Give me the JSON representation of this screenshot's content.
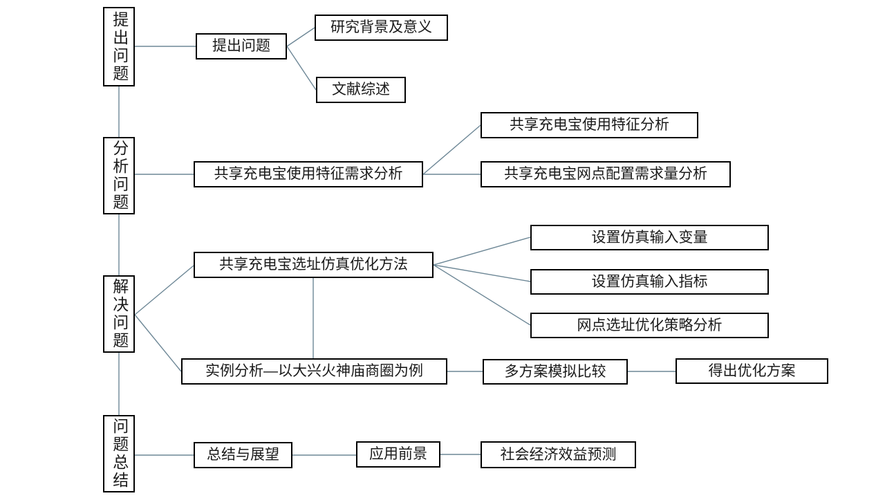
{
  "diagram": {
    "stages": [
      {
        "label": "提出问题"
      },
      {
        "label": "分析问题"
      },
      {
        "label": "解决问题"
      },
      {
        "label": "问题总结"
      }
    ],
    "nodes": {
      "raise_problem": "提出问题",
      "research_background": "研究背景及意义",
      "literature_review": "文献综述",
      "usage_demand_analysis": "共享充电宝使用特征需求分析",
      "usage_characteristics": "共享充电宝使用特征分析",
      "network_config_demand": "共享充电宝网点配置需求量分析",
      "siting_simulation_method": "共享充电宝选址仿真优化方法",
      "simulation_input_variables": "设置仿真输入变量",
      "simulation_input_indicators": "设置仿真输入指标",
      "siting_strategy_analysis": "网点选址优化策略分析",
      "case_study": "实例分析—以大兴火神庙商圈为例",
      "multi_scheme_comparison": "多方案模拟比较",
      "optimized_scheme": "得出优化方案",
      "summary_outlook": "总结与展望",
      "application_prospect": "应用前景",
      "socioeconomic_benefit_forecast": "社会经济效益预测"
    },
    "colors": {
      "connector": "#6d8796",
      "border": "#000000",
      "background": "#ffffff"
    }
  }
}
